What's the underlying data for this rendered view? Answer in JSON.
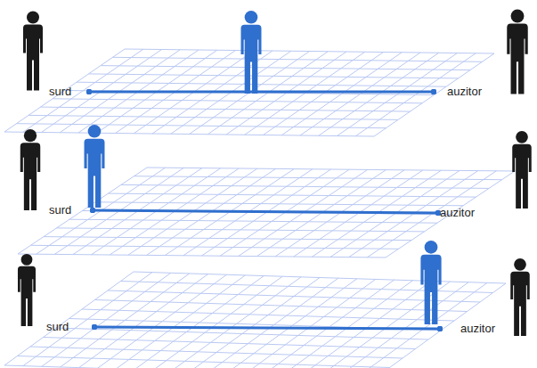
{
  "diagram": {
    "nodes": [
      {
        "text": [
          "surd"
        ]
      },
      {
        "text": [
          "auzitor"
        ]
      },
      {
        "text": [
          "surd"
        ]
      },
      {
        "text": [
          "auzitor"
        ]
      },
      {
        "text": [
          "surd"
        ]
      },
      {
        "text": [
          "auzitor"
        ]
      }
    ],
    "edges": [
      {
        "from": 0,
        "to": 1,
        "arrow": "none"
      },
      {
        "from": 2,
        "to": 3,
        "arrow": "none"
      },
      {
        "from": 4,
        "to": 5,
        "arrow": "none"
      }
    ]
  }
}
